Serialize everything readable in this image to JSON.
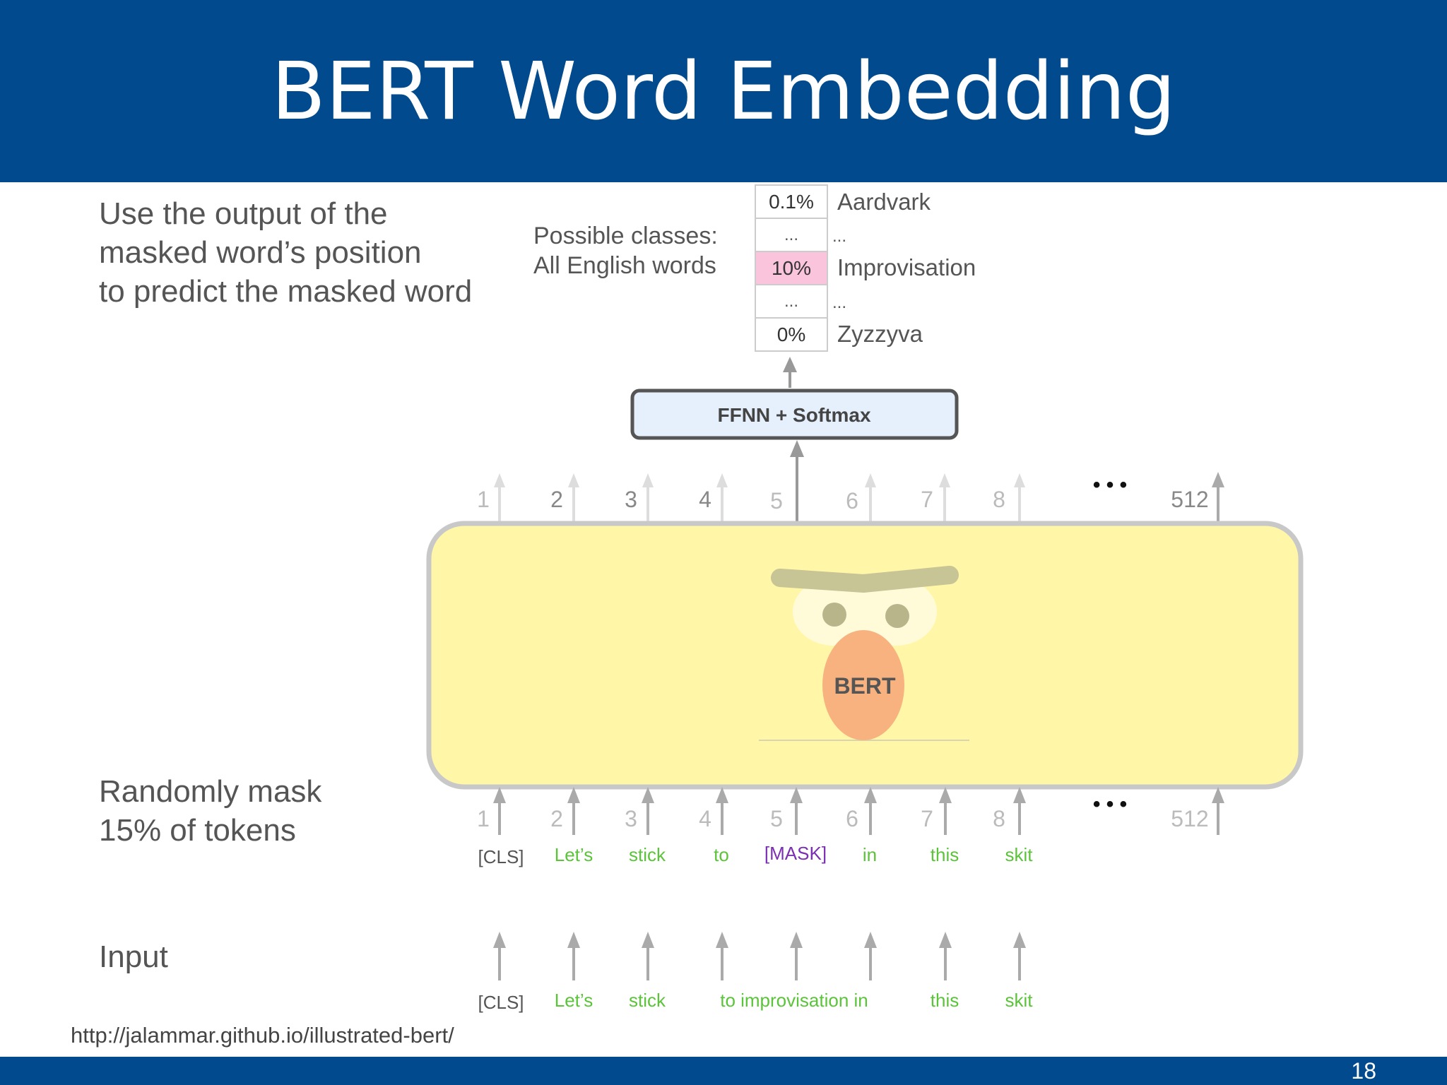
{
  "title": "BERT Word Embedding",
  "page_number": "18",
  "notes": {
    "output": [
      "Use the output of the",
      "masked word’s position",
      "to predict the masked word"
    ],
    "mask": [
      "Randomly mask",
      "15% of tokens"
    ],
    "input": "Input"
  },
  "classes": {
    "label": [
      "Possible classes:",
      "All English words"
    ],
    "rows": [
      {
        "prob": "0.1%",
        "word": "Aardvark",
        "highlight": false
      },
      {
        "prob": "...",
        "word": "...",
        "highlight": false
      },
      {
        "prob": "10%",
        "word": "Improvisation",
        "highlight": true
      },
      {
        "prob": "...",
        "word": "...",
        "highlight": false
      },
      {
        "prob": "0%",
        "word": "Zyzzyva",
        "highlight": false
      }
    ]
  },
  "ffnn_label": "FFNN + Softmax",
  "model_label": "BERT",
  "positions": [
    "1",
    "2",
    "3",
    "4",
    "5",
    "6",
    "7",
    "8"
  ],
  "ellipsis": "• • •",
  "last_position": "512",
  "masked_tokens": [
    {
      "text": "[CLS]",
      "color": "#555555"
    },
    {
      "text": "Let’s",
      "color": "#5bc43a"
    },
    {
      "text": "stick",
      "color": "#5bc43a"
    },
    {
      "text": "to",
      "color": "#5bc43a"
    },
    {
      "text": "[MASK]",
      "color": "#7b2fb3"
    },
    {
      "text": "in",
      "color": "#5bc43a"
    },
    {
      "text": "this",
      "color": "#5bc43a"
    },
    {
      "text": "skit",
      "color": "#5bc43a"
    }
  ],
  "input_tokens": [
    {
      "text": "[CLS]",
      "color": "#555555"
    },
    {
      "text": "Let’s",
      "color": "#5bc43a"
    },
    {
      "text": "stick",
      "color": "#5bc43a"
    },
    {
      "text": "to improvisation in",
      "color": "#5bc43a"
    },
    {
      "text": "this",
      "color": "#5bc43a"
    },
    {
      "text": "skit",
      "color": "#5bc43a"
    }
  ],
  "source": "http://jalammar.github.io/illustrated-bert/",
  "colors": {
    "header": "#004a8d",
    "model_fill": "#fff6a8",
    "ffnn_fill": "#e6effc",
    "highlight": "#f9c4dc",
    "nose": "#f7b27f"
  }
}
